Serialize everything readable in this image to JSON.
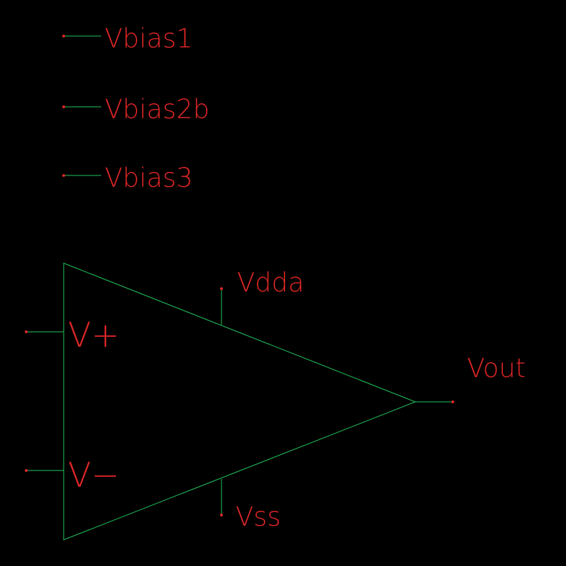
{
  "colors": {
    "background": "#000000",
    "wire": "#22c55e",
    "text": "#dc2626",
    "pin_dot": "#dc2626"
  },
  "bias_pins": [
    {
      "id": "vbias1",
      "label": "Vbias1"
    },
    {
      "id": "vbias2b",
      "label": "Vbias2b"
    },
    {
      "id": "vbias3",
      "label": "Vbias3"
    }
  ],
  "opamp": {
    "supply_top_label": "Vdda",
    "supply_bottom_label": "Vss",
    "non_inverting_label": "V+",
    "inverting_label": "V−",
    "output_label": "Vout"
  }
}
